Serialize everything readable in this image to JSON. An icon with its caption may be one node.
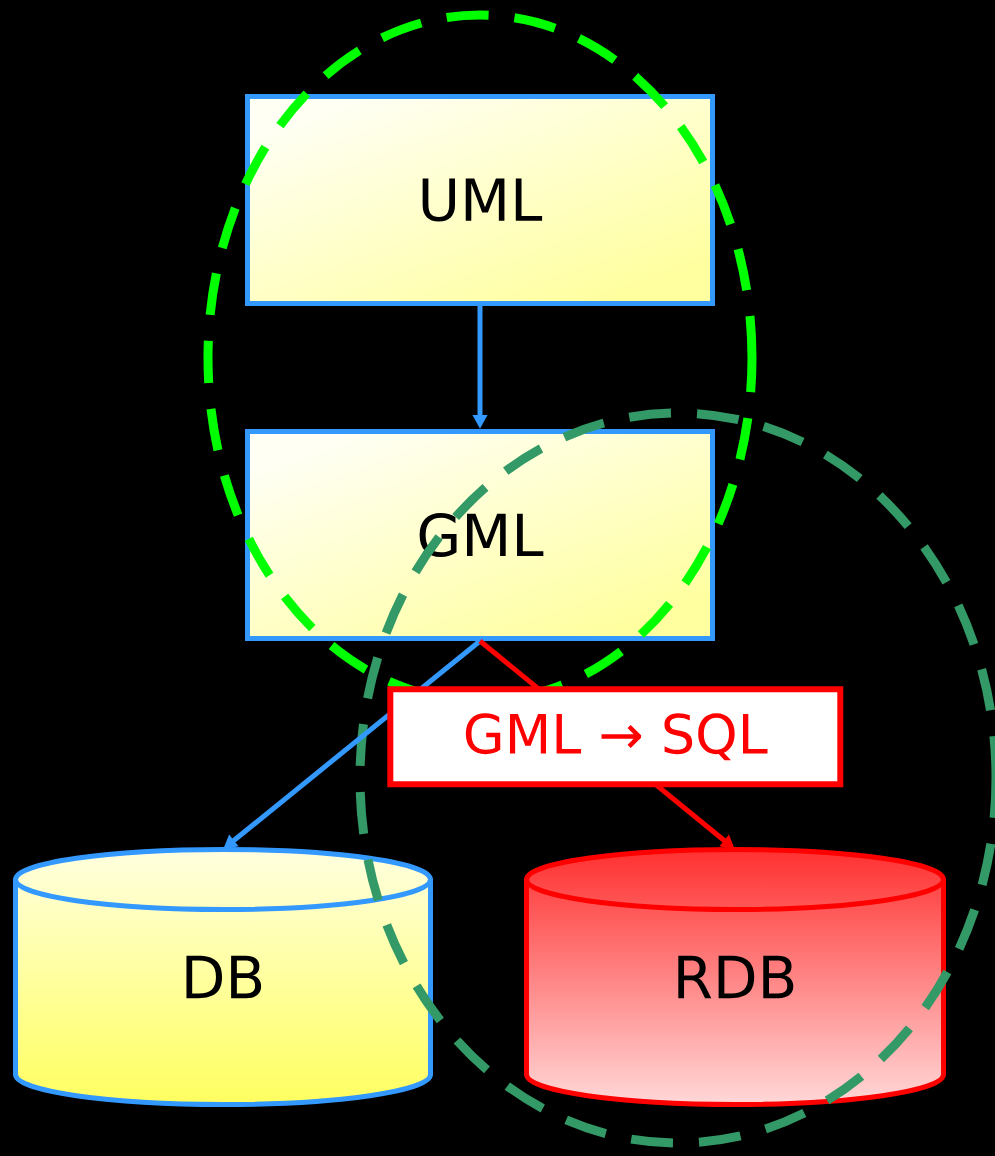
{
  "diagram": {
    "nodes": [
      {
        "text": [
          "UML"
        ]
      },
      {
        "text": [
          "GML"
        ]
      },
      {
        "text": [
          "DB"
        ]
      },
      {
        "text": [
          "RDB"
        ]
      }
    ],
    "edges": [
      {
        "from": 0,
        "to": 1,
        "arrow": "to"
      },
      {
        "from": 1,
        "to": 2,
        "arrow": "to"
      },
      {
        "from": 1,
        "to": 3,
        "arrow": "to",
        "label": "GML → SQL",
        "color": "#ff0000"
      }
    ]
  }
}
